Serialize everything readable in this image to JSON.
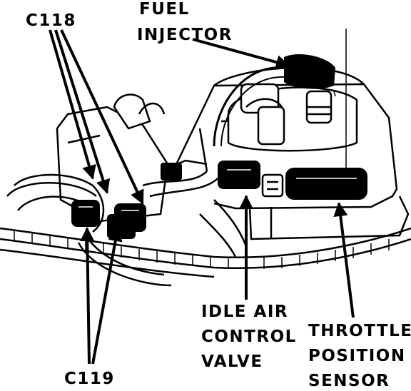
{
  "labels": {
    "c118": "C118",
    "fuel": "FUEL",
    "injector": "INJECTOR",
    "idle": "IDLE AIR",
    "control": "CONTROL",
    "valve": "VALVE",
    "throttle": "THROTTLE",
    "position": "POSITION",
    "sensor": "SENSOR",
    "c119": "C119"
  },
  "colors": {
    "ink": "#000000",
    "paper": "#ffffff"
  }
}
